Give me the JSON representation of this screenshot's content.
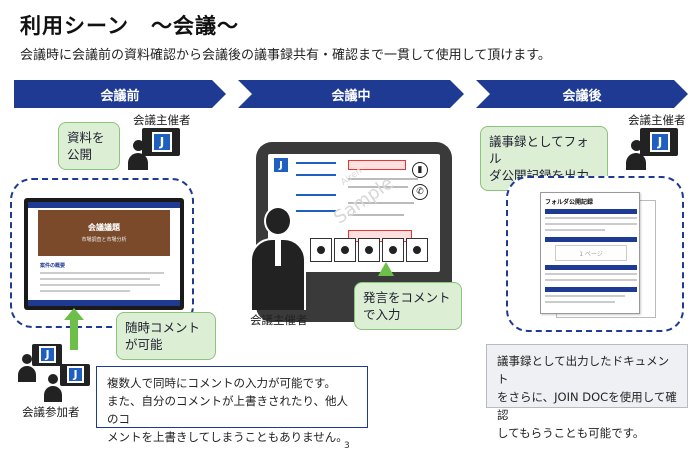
{
  "title": "利用シーン　～会議～",
  "subtitle": "会議時に会議前の資料確認から会議後の議事録共有・確認まで一貫して使用して頂けます。",
  "phases": [
    "会議前",
    "会議中",
    "会議後"
  ],
  "before": {
    "bubble_share": "資料を\n公開",
    "organizer_label": "会議主催者",
    "doc_title": "会議議題",
    "doc_subtitle": "市場調査と市場分析",
    "doc_section": "案件の概要",
    "bubble_comment": "随時コメント\nが可能",
    "participants_label": "会議参加者",
    "note": "複数人で同時にコメントの入力が可能です。\nまた、自分のコメントが上書きされたり、他人のコ\nメントを上書きしてしまうこともありません。"
  },
  "during": {
    "watermark1": "Airen",
    "watermark2": "Sample",
    "organizer_label": "会議主催者",
    "bubble": "発言をコメント\nで入力"
  },
  "after": {
    "bubble": "議事録としてフォル\nダ公開記録を出力",
    "organizer_label": "会議主催者",
    "doc_title": "フォルダ公開記録",
    "page_label": "1 ページ",
    "note": "議事録として出力したドキュメント\nをさらに、JOIN DOCを使用して確認\nしてもらうことも可能です。"
  },
  "page_number": "3",
  "colors": {
    "navy": "#1f3a93",
    "bubble_green": "#dcefd4",
    "accent_blue": "#1f5fc0"
  },
  "icons": [
    "j-app-icon",
    "person-icon",
    "camera-icon",
    "phone-icon"
  ]
}
